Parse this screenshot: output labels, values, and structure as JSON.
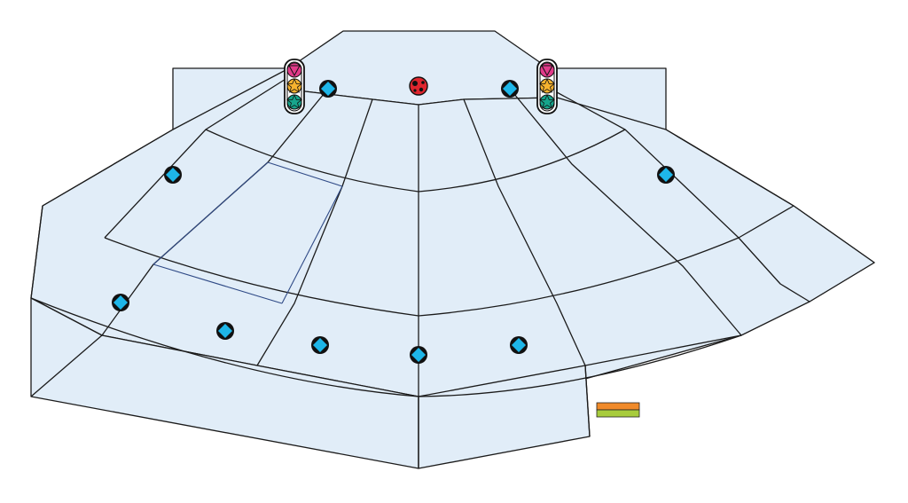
{
  "diagram": {
    "colors": {
      "section_fill": "#e1edf8",
      "line": "#1b1b1b",
      "seam": "#2f4a86",
      "marker": "#1eb6e8",
      "center_marker": "#e0262e",
      "signal_top": "#e23b8a",
      "signal_middle": "#f6b22e",
      "signal_bottom": "#16a58c",
      "legend_top": "#f08a2a",
      "legend_bottom": "#a7cc3c"
    },
    "markers": [
      {
        "id": "marker-1",
        "icon": "diamond-icon"
      },
      {
        "id": "marker-2",
        "icon": "diamond-icon"
      },
      {
        "id": "marker-3",
        "icon": "diamond-icon"
      },
      {
        "id": "marker-4",
        "icon": "diamond-icon"
      },
      {
        "id": "marker-5",
        "icon": "diamond-icon"
      },
      {
        "id": "marker-6",
        "icon": "diamond-icon"
      },
      {
        "id": "marker-7",
        "icon": "diamond-icon"
      },
      {
        "id": "marker-8",
        "icon": "diamond-icon"
      },
      {
        "id": "marker-9",
        "icon": "diamond-icon"
      },
      {
        "id": "marker-10",
        "icon": "diamond-icon"
      }
    ],
    "center_marker": {
      "icon": "red-circle-icon"
    },
    "signals": [
      {
        "id": "signal-left",
        "icon": "traffic-signal-icon",
        "lamps": [
          "triangle-down-icon",
          "star-icon",
          "star-icon"
        ]
      },
      {
        "id": "signal-right",
        "icon": "traffic-signal-icon",
        "lamps": [
          "triangle-down-icon",
          "star-icon",
          "star-icon"
        ]
      }
    ],
    "legend": {
      "icon": "legend-swatch-icon",
      "bars": [
        "orange",
        "green"
      ]
    }
  }
}
